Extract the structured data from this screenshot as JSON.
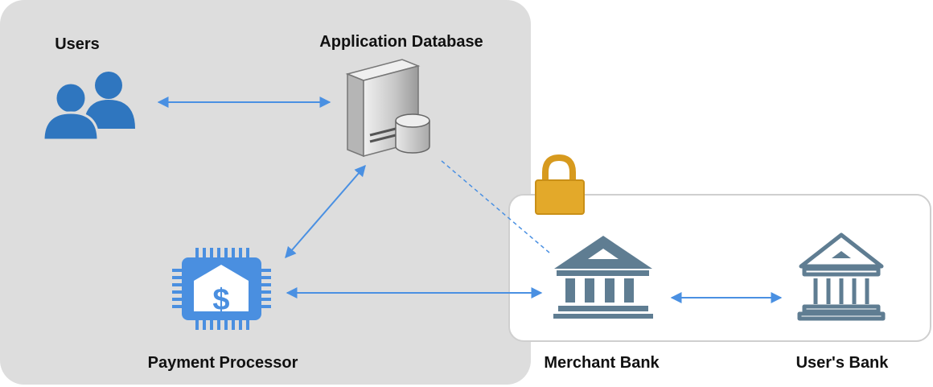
{
  "labels": {
    "users": "Users",
    "database": "Application Database",
    "payment_processor": "Payment Processor",
    "merchant_bank": "Merchant Bank",
    "users_bank": "User's Bank"
  },
  "colors": {
    "zone_fill": "#dddddd",
    "secure_zone_border": "#cfcfcf",
    "arrow": "#4a90e2",
    "users_icon": "#2f76bf",
    "processor_icon": "#4a8fe0",
    "bank_icon": "#5f7d92",
    "lock": "#e3a92a",
    "server": "#c8c8c8"
  },
  "icons": {
    "users": "users-icon",
    "database": "database-server-icon",
    "processor": "payment-chip-icon",
    "merchant_bank": "bank-icon",
    "users_bank": "bank-icon",
    "lock": "lock-icon"
  }
}
